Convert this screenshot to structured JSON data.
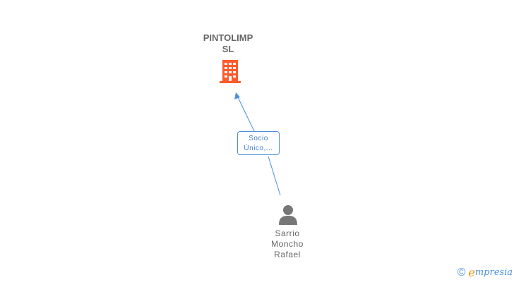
{
  "company": {
    "name_line1": "PINTOLIMP",
    "name_line2": "SL",
    "icon": "building-icon",
    "color": "#ff5a2c"
  },
  "relation": {
    "line1": "Socio",
    "line2": "Único,...",
    "color": "#4a90d9"
  },
  "person": {
    "line1": "Sarrio",
    "line2": "Moncho",
    "line3": "Rafael",
    "icon": "person-icon",
    "color": "#777777"
  },
  "branding": {
    "copyright": "©",
    "logo_initial": "e",
    "logo_rest": "mpresia"
  }
}
